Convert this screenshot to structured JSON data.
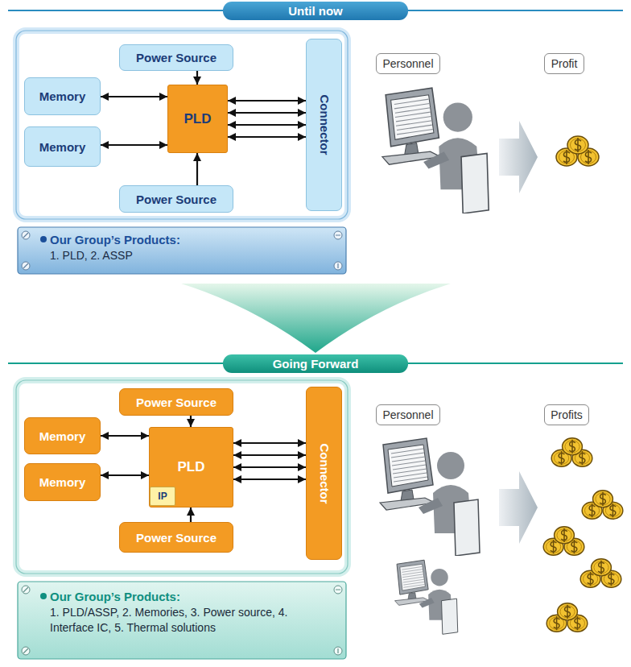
{
  "diagram": {
    "nodes": [
      {
        "text": [
          "Until now"
        ]
      },
      {
        "text": [
          "Power Source"
        ]
      },
      {
        "text": [
          "Memory"
        ]
      },
      {
        "text": [
          "PLD"
        ]
      },
      {
        "text": [
          "Memory"
        ]
      },
      {
        "text": [
          "Connector"
        ]
      },
      {
        "text": [
          "Power Source"
        ]
      },
      {
        "text": [
          "Our Group’s Products:",
          "1. PLD, 2. ASSP"
        ]
      },
      {
        "text": [
          "Personnel"
        ]
      },
      {
        "text": [
          "Profit"
        ]
      },
      {
        "text": [
          "Going Forward"
        ]
      },
      {
        "text": [
          "Power Source"
        ]
      },
      {
        "text": [
          "Memory"
        ]
      },
      {
        "text": [
          "PLD"
        ]
      },
      {
        "text": [
          "IP"
        ],
        "in": 13
      },
      {
        "text": [
          "Memory"
        ]
      },
      {
        "text": [
          "Connector"
        ]
      },
      {
        "text": [
          "Power Source"
        ]
      },
      {
        "text": [
          "Our Group’s Products:",
          "1. PLD/ASSP, 2. Memories, 3. Power source, 4. Interface IC, 5. Thermal solutions"
        ]
      },
      {
        "text": [
          "Personnel"
        ]
      },
      {
        "text": [
          "Profits"
        ]
      }
    ],
    "edges": [
      {
        "from": 2,
        "to": 3,
        "arrow": "both"
      },
      {
        "from": 4,
        "to": 3,
        "arrow": "both"
      },
      {
        "from": 1,
        "to": 3,
        "arrow": "to"
      },
      {
        "from": 6,
        "to": 3,
        "arrow": "to"
      },
      {
        "from": 3,
        "to": 5,
        "arrow": "both"
      },
      {
        "from": 3,
        "to": 5,
        "arrow": "both"
      },
      {
        "from": 3,
        "to": 5,
        "arrow": "both"
      },
      {
        "from": 3,
        "to": 5,
        "arrow": "both"
      },
      {
        "from": 12,
        "to": 13,
        "arrow": "both"
      },
      {
        "from": 15,
        "to": 13,
        "arrow": "both"
      },
      {
        "from": 11,
        "to": 13,
        "arrow": "to"
      },
      {
        "from": 17,
        "to": 13,
        "arrow": "to"
      },
      {
        "from": 13,
        "to": 16,
        "arrow": "both"
      },
      {
        "from": 13,
        "to": 16,
        "arrow": "both"
      },
      {
        "from": 13,
        "to": 16,
        "arrow": "both"
      },
      {
        "from": 13,
        "to": 16,
        "arrow": "both"
      }
    ]
  }
}
